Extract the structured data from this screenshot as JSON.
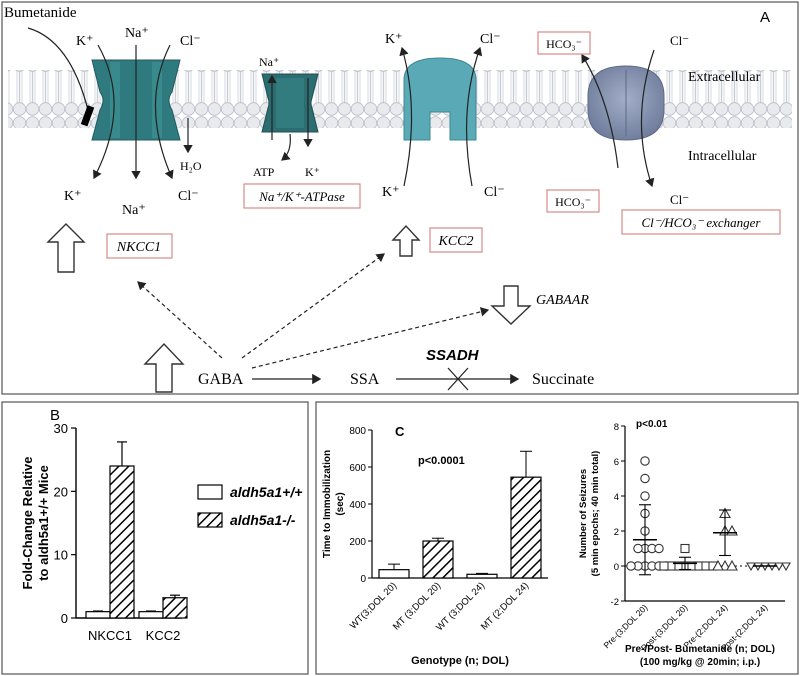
{
  "panelA": {
    "letter": "A",
    "extracellular": "Extracellular",
    "intracellular": "Intracellular",
    "bumetanide": "Bumetanide",
    "nkcc1": {
      "k_top": "K⁺",
      "na_top": "Na⁺",
      "cl_top": "Cl⁻",
      "k_bot": "K⁺",
      "na_bot": "Na⁺",
      "cl_bot": "Cl⁻",
      "h2o": "H₂O",
      "box": "NKCC1"
    },
    "atpase": {
      "na_top": "Na⁺",
      "atp": "ATP",
      "k": "K⁺",
      "box": "Na⁺/K⁺-ATPase"
    },
    "kcc2": {
      "k_top": "K⁺",
      "cl_top": "Cl⁻",
      "k_bot": "K⁺",
      "cl_bot": "Cl⁻",
      "box": "KCC2"
    },
    "exchanger": {
      "hco3_top": "HCO₃⁻",
      "cl_top": "Cl⁻",
      "hco3_bot": "HCO₃⁻",
      "cl_bot": "Cl⁻",
      "box": "Cl⁻/HCO₃⁻ exchanger"
    },
    "gabaar": "GABAAR",
    "gaba": "GABA",
    "ssa": "SSA",
    "ssadh": "SSADH",
    "succinate": "Succinate"
  },
  "chart_data": [
    {
      "panel": "B",
      "type": "bar",
      "ylabel_line1": "Fold-Change Relative",
      "ylabel_line2": "to aldh5a1+/+ Mice",
      "categories": [
        "NKCC1",
        "KCC2"
      ],
      "yticks": [
        "0",
        "10",
        "20",
        "30"
      ],
      "ylim": [
        0,
        30
      ],
      "series": [
        {
          "name": "aldh5a1+/+",
          "values": [
            1.0,
            1.0
          ],
          "errors": [
            0.1,
            0.1
          ],
          "fill": "#ffffff"
        },
        {
          "name": "aldh5a1-/-",
          "values": [
            24.0,
            3.2
          ],
          "errors": [
            3.8,
            0.4
          ],
          "fill": "hatch"
        }
      ],
      "legend_position": "right"
    },
    {
      "panel": "C",
      "type": "bar",
      "ylabel_line1": "Time to Immobilization",
      "ylabel_line2": "(sec)",
      "xlabel": "Genotype (n; DOL)",
      "annotation": "p<0.0001",
      "ylim": [
        0,
        800
      ],
      "yticks": [
        "0",
        "200",
        "400",
        "600",
        "800"
      ],
      "categories": [
        "WT(3;DOL 20)",
        "MT (3;DOL 20)",
        "WT (3;DOL 24)",
        "MT (2;DOL 24)"
      ],
      "values": [
        45,
        200,
        20,
        545
      ],
      "errors": [
        30,
        15,
        5,
        140
      ],
      "fills": [
        "#ffffff",
        "hatch",
        "#ffffff",
        "hatch"
      ]
    },
    {
      "panel": "C-right",
      "type": "scatter",
      "ylabel_line1": "Number of Seizures",
      "ylabel_line2": "(5 min epochs; 40 min total)",
      "xlabel_line1": "Pre-/Post- Bumetanide (n; DOL)",
      "xlabel_line2": "(100 mg/kg @ 20min; i.p.)",
      "annotation": "p<0.01",
      "ylim": [
        -2,
        8
      ],
      "yticks": [
        "-2",
        "0",
        "2",
        "4",
        "6",
        "8"
      ],
      "categories": [
        "Pre-(3;DOL 20)",
        "Post-(3;DOL 20)",
        "Pre-(2;DOL 24)",
        "Post-(2;DOL 24)"
      ],
      "markers": [
        "circle",
        "square",
        "triangle",
        "inverted-triangle"
      ],
      "points": [
        [
          6,
          5,
          4,
          3,
          2,
          1,
          1,
          1,
          1,
          0,
          0,
          0,
          0,
          0,
          0
        ],
        [
          1,
          0,
          0,
          0,
          0,
          0,
          0,
          0,
          0
        ],
        [
          3,
          2,
          2,
          0,
          0,
          0
        ],
        [
          0,
          0,
          0,
          0,
          0,
          0
        ]
      ],
      "means": [
        1.5,
        0.15,
        1.9,
        0
      ],
      "sd": [
        2.0,
        0.35,
        1.3,
        0
      ]
    }
  ]
}
